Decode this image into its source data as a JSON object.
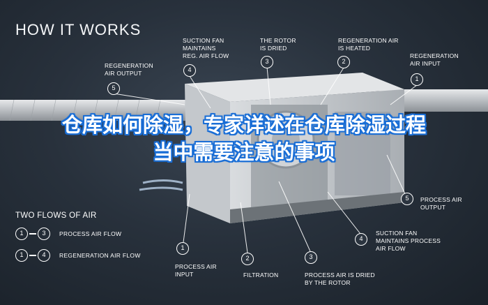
{
  "heading": "HOW IT WORKS",
  "callouts_top": [
    {
      "num": "5",
      "label": "REGENERATION\nAIR OUTPUT"
    },
    {
      "num": "4",
      "label": "SUCTION FAN\nMAINTAINS\nREG. AIR FLOW"
    },
    {
      "num": "3",
      "label": "THE ROTOR\nIS DRIED"
    },
    {
      "num": "2",
      "label": "REGENERATION AIR\nIS HEATED"
    },
    {
      "num": "1",
      "label": "REGENERATION\nAIR INPUT"
    }
  ],
  "callouts_right": [
    {
      "num": "5",
      "label": "PROCESS AIR\nOUTPUT"
    },
    {
      "num": "4",
      "label": "SUCTION FAN\nMAINTAINS PROCESS\nAIR FLOW"
    }
  ],
  "callouts_bottom": [
    {
      "num": "1",
      "label": "PROCESS AIR\nINPUT"
    },
    {
      "num": "2",
      "label": "FILTRATION"
    },
    {
      "num": "3",
      "label": "PROCESS AIR IS DRIED\nBY THE ROTOR"
    }
  ],
  "legend": {
    "title": "TWO FLOWS OF AIR",
    "rows": [
      {
        "from": "1",
        "to": "3",
        "label": "PROCESS AIR FLOW"
      },
      {
        "from": "1",
        "to": "4",
        "label": "REGENERATION AIR FLOW"
      }
    ]
  },
  "overlay_text": "仓库如何除湿，专家详述在仓库除湿过程当中需要注意的事项",
  "colors": {
    "background": "#28313c",
    "overlay_stroke": "#1b6fd6",
    "duct": "#c9ccce"
  }
}
